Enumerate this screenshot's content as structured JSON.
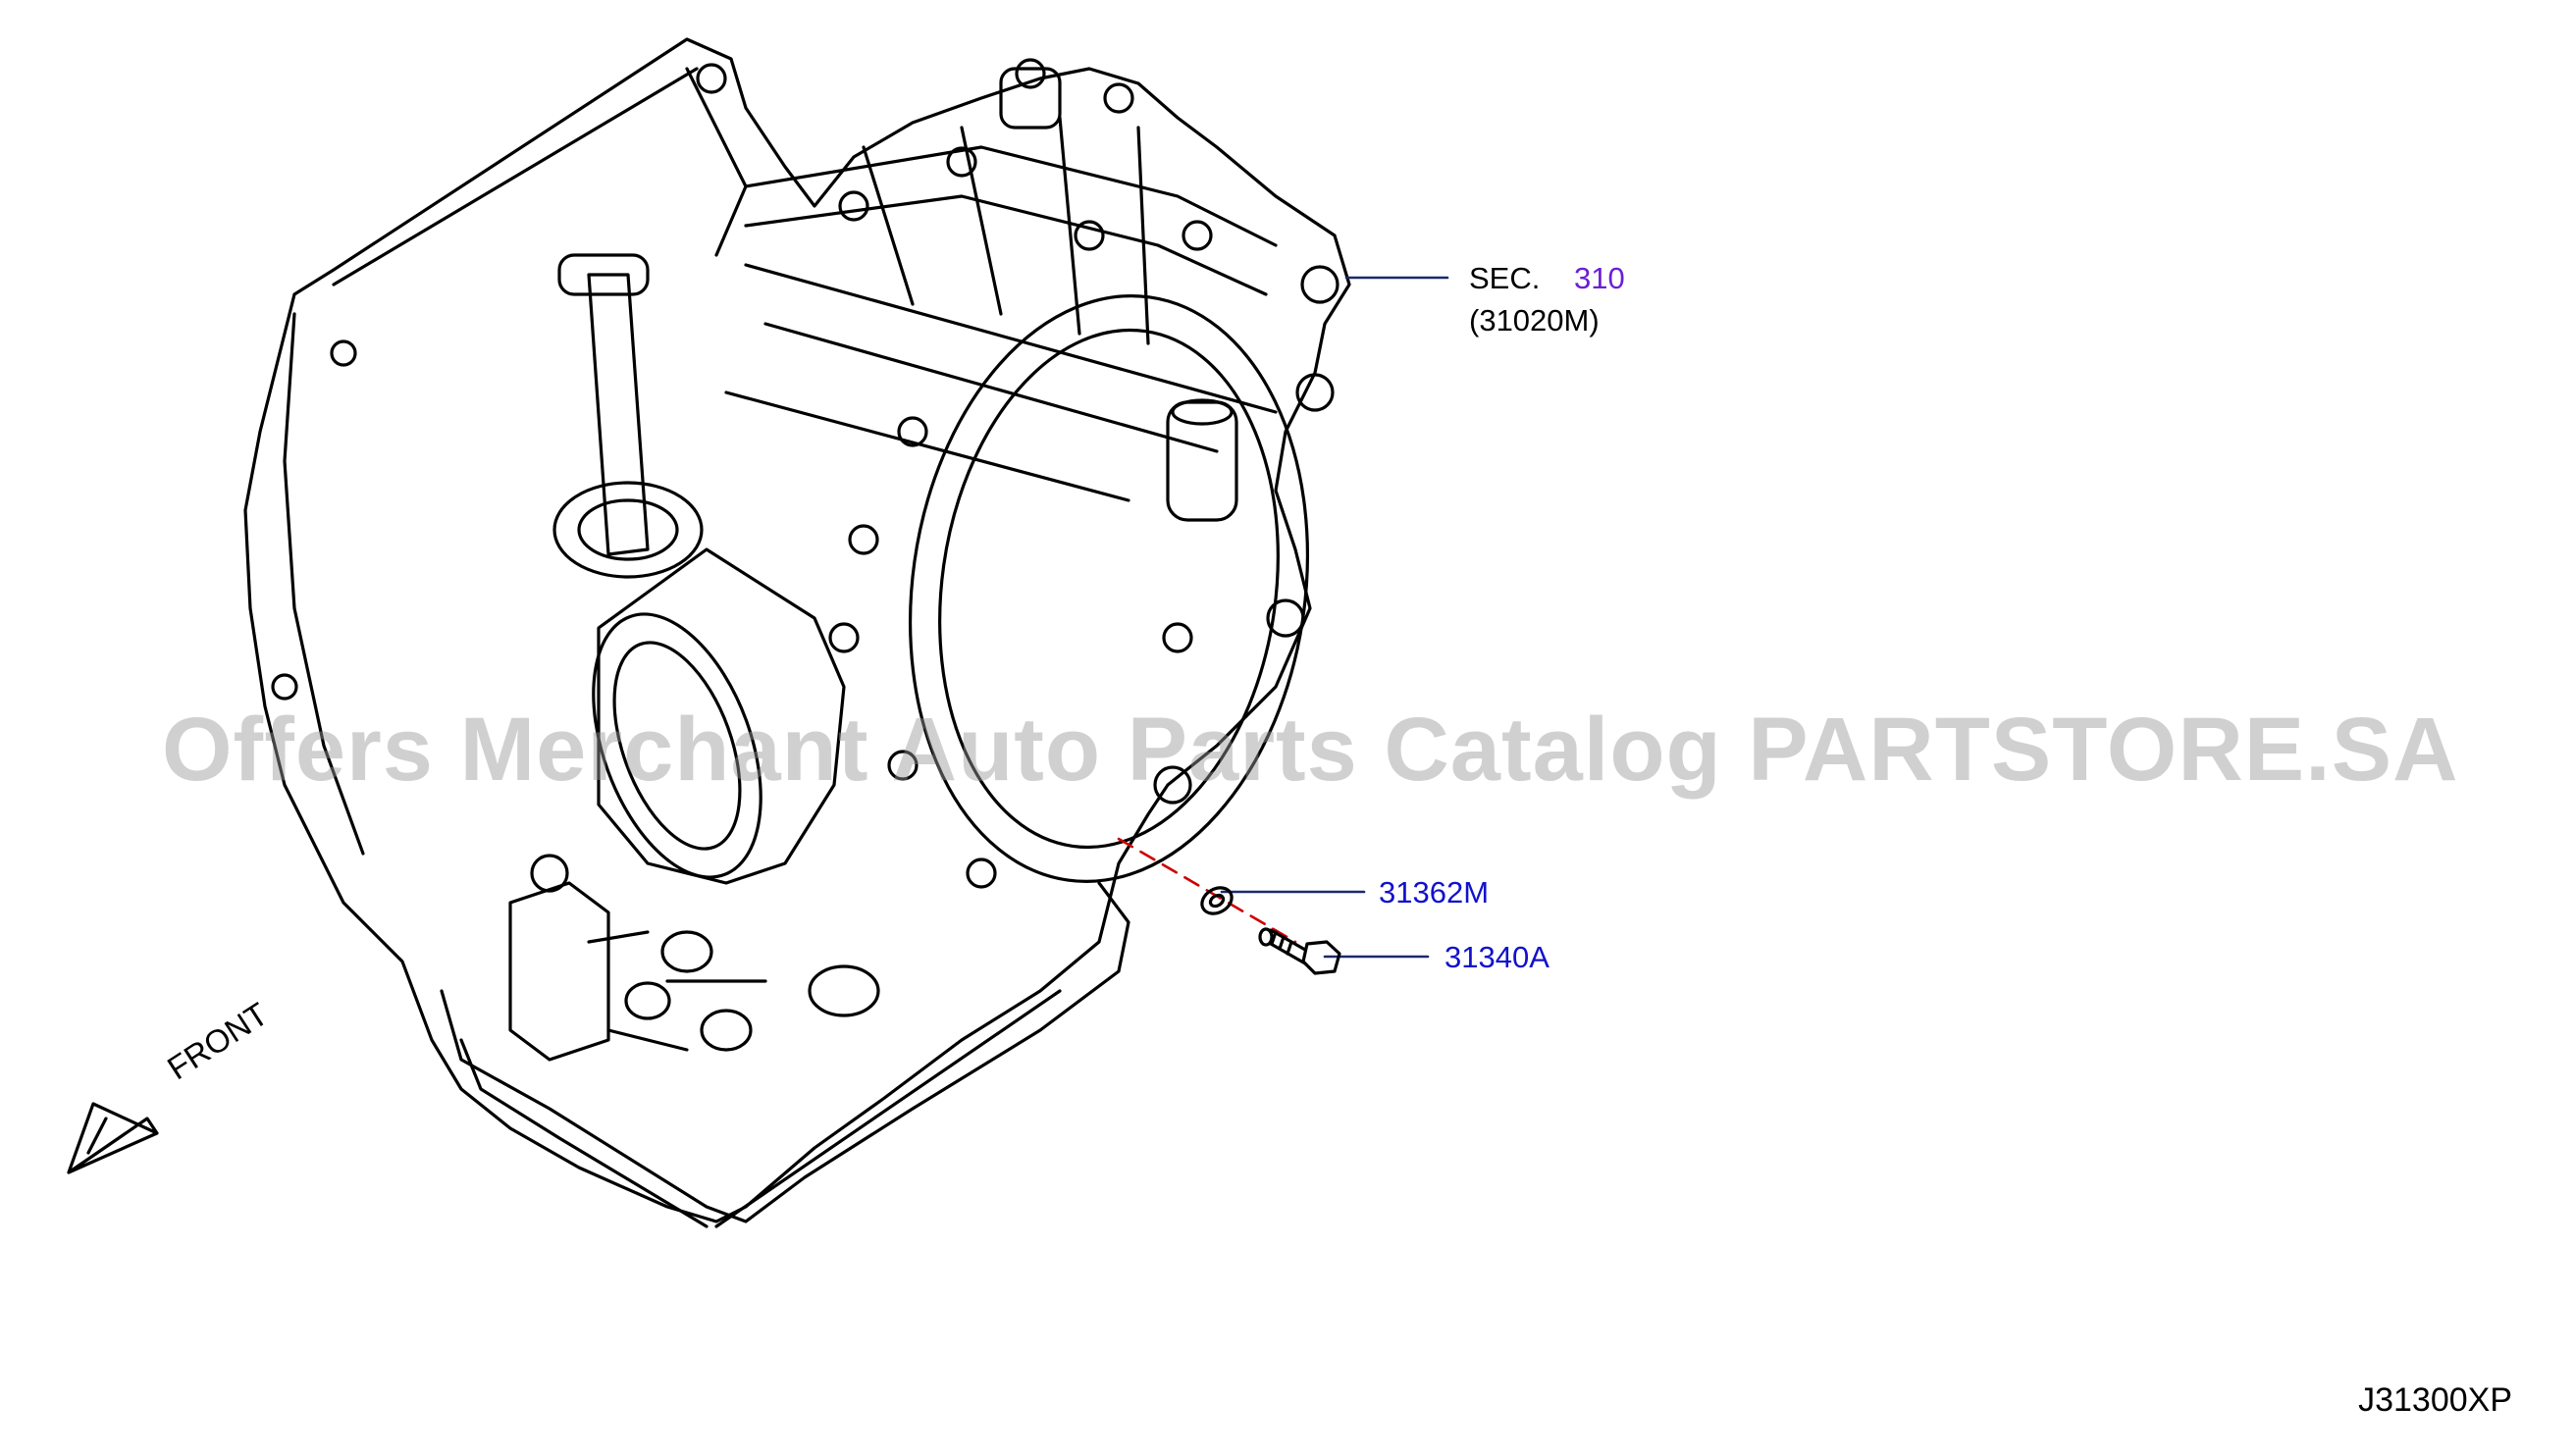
{
  "diagram": {
    "sec_ref": {
      "prefix": "SEC.",
      "number": "310",
      "sub": "(31020M)"
    },
    "callouts": [
      {
        "id": "washer",
        "part_number": "31362M"
      },
      {
        "id": "bolt",
        "part_number": "31340A"
      }
    ],
    "front_label": "FRONT",
    "watermark": "Offers Merchant Auto Parts Catalog PARTSTORE.SA",
    "figure_code": "J31300XP"
  },
  "colors": {
    "line": "#000000",
    "callout_text": "#1111cc",
    "callout_line": "#1a2a6c",
    "sec_number": "#6a1fd6",
    "dash": "#cc0000"
  }
}
